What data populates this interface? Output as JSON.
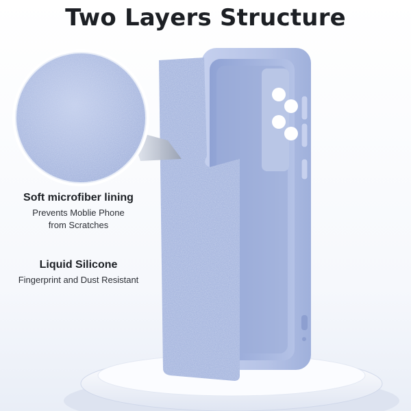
{
  "title": "Two Layers Structure",
  "features": [
    {
      "heading": "Soft microfiber lining",
      "lines": [
        "Prevents Moblie Phone",
        "from Scratches"
      ]
    },
    {
      "heading": "Liquid Silicone",
      "lines": [
        "Fingerprint and Dust Resistant"
      ]
    }
  ],
  "colors": {
    "case": "#b9c6e6",
    "case_dark": "#9fb0db",
    "lining": "#a8b8de",
    "podium": "#f3f5fb",
    "title": "#1c1f24"
  }
}
